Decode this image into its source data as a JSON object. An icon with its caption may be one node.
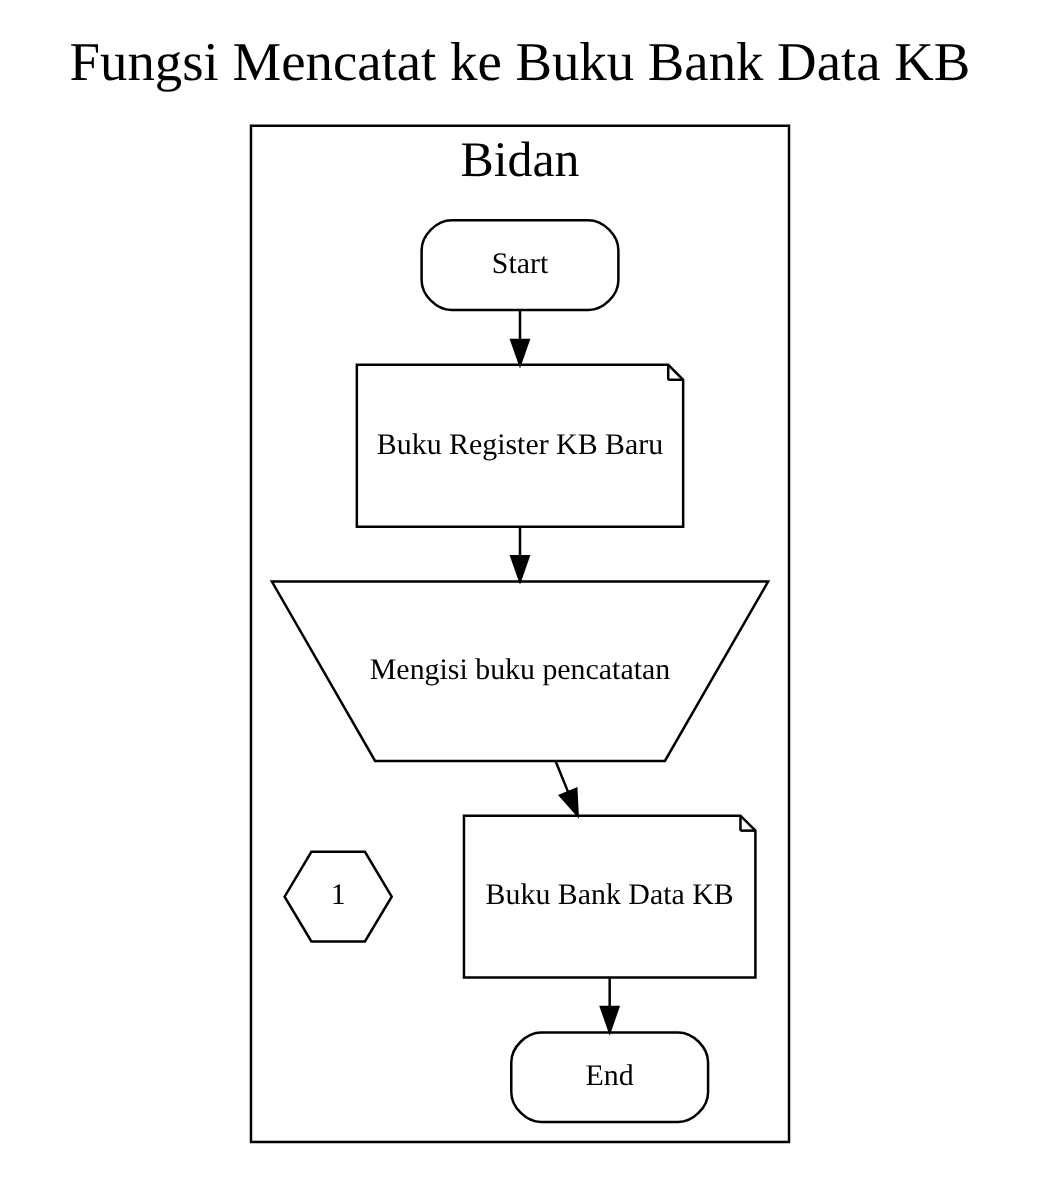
{
  "diagram": {
    "title": "Fungsi Mencatat ke Buku Bank Data KB",
    "nodes": [
      {
        "text": [
          "Bidan"
        ]
      },
      {
        "text": [
          "Start"
        ],
        "in": 0
      },
      {
        "text": [
          "Buku Register KB Baru"
        ],
        "in": 0
      },
      {
        "text": [
          "Mengisi buku pencatatan"
        ],
        "in": 0
      },
      {
        "text": [
          "1"
        ],
        "in": 0
      },
      {
        "text": [
          "Buku Bank Data KB"
        ],
        "in": 0
      },
      {
        "text": [
          "End"
        ],
        "in": 0
      }
    ],
    "edges": [
      {
        "from": 1,
        "to": 2,
        "arrow": "to"
      },
      {
        "from": 2,
        "to": 3,
        "arrow": "to"
      },
      {
        "from": 3,
        "to": 5,
        "arrow": "to"
      },
      {
        "from": 5,
        "to": 6,
        "arrow": "to"
      }
    ]
  }
}
